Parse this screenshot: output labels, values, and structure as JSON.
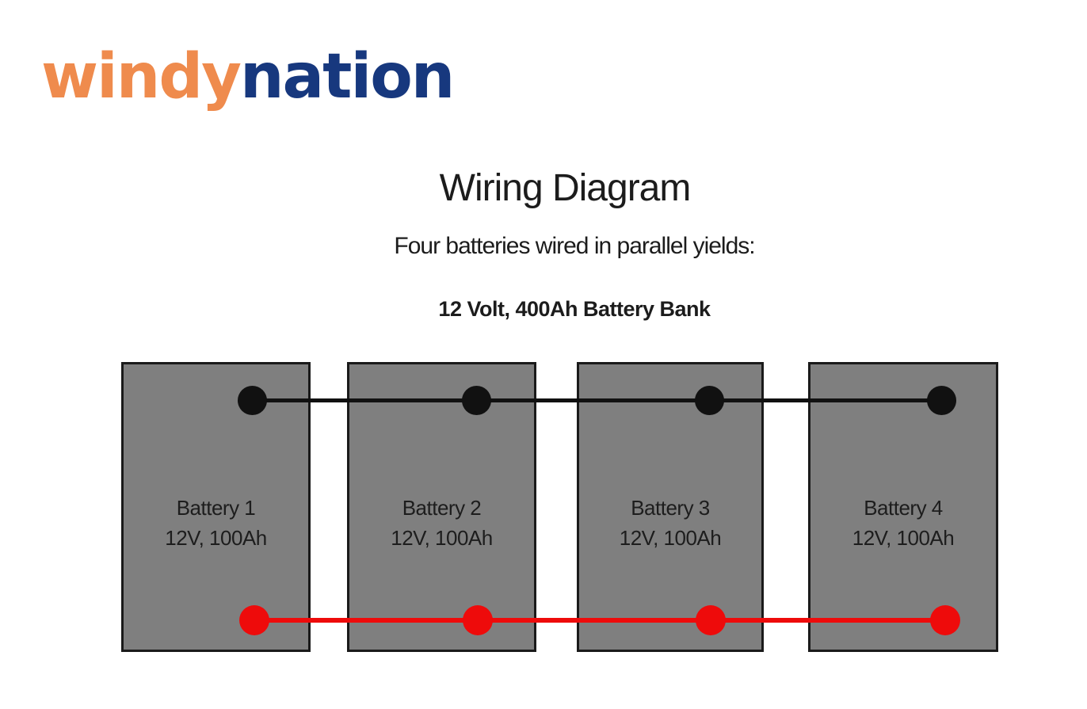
{
  "brand": {
    "name": "windynation",
    "logo_windy": "windy",
    "logo_nation": "nation",
    "color_windy": "#EF8B4D",
    "color_nation": "#17387E"
  },
  "heading": {
    "title": "Wiring Diagram",
    "subtitle": "Four batteries wired in parallel yields:",
    "result": "12 Volt, 400Ah Battery Bank"
  },
  "diagram": {
    "type": "parallel-battery-wiring",
    "battery_fill_color": "#7F7F7F",
    "black_wire_color": "#111111",
    "red_wire_color": "#EE0B0B",
    "batteries": [
      {
        "name": "Battery 1",
        "spec": "12V, 100Ah"
      },
      {
        "name": "Battery 2",
        "spec": "12V, 100Ah"
      },
      {
        "name": "Battery 3",
        "spec": "12V, 100Ah"
      },
      {
        "name": "Battery 4",
        "spec": "12V, 100Ah"
      }
    ]
  }
}
